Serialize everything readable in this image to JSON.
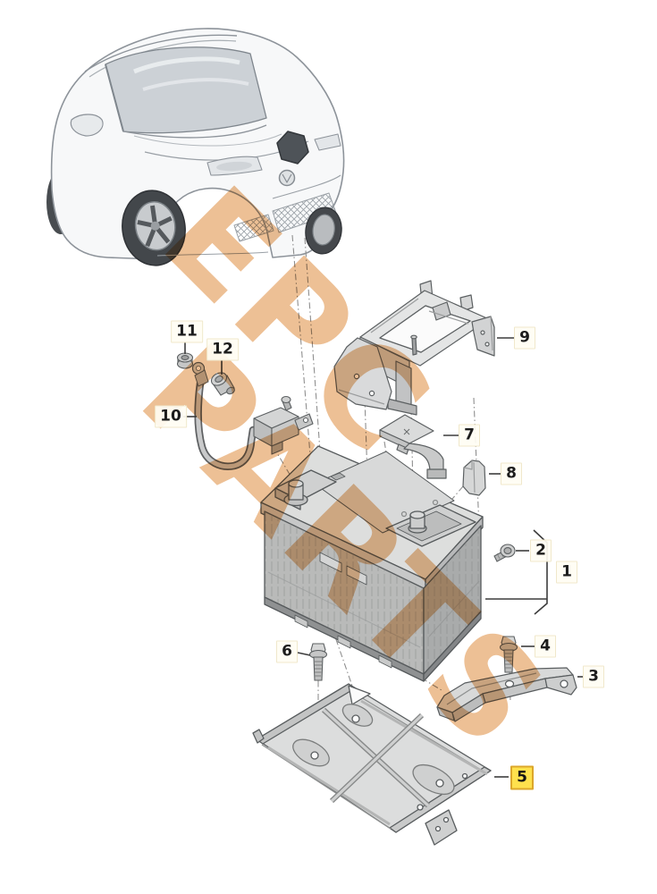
{
  "diagram": {
    "kind": "exploded-parts-diagram",
    "subject": "Vehicle 12V battery with mounting console, clamps, tray and cable",
    "vehicle": "hatchback front three-quarter line drawing with hood location marker",
    "watermark": {
      "line1": "EPC",
      "line2": "PARTS",
      "color": "#edbe92"
    },
    "highlight": {
      "background": "#ffe14d",
      "border": "#dca72a"
    },
    "callouts": [
      {
        "label": "1",
        "highlighted": false
      },
      {
        "label": "2",
        "highlighted": false
      },
      {
        "label": "3",
        "highlighted": false
      },
      {
        "label": "4",
        "highlighted": false
      },
      {
        "label": "5",
        "highlighted": true
      },
      {
        "label": "6",
        "highlighted": false
      },
      {
        "label": "7",
        "highlighted": false
      },
      {
        "label": "8",
        "highlighted": false
      },
      {
        "label": "9",
        "highlighted": false
      },
      {
        "label": "10",
        "highlighted": false
      },
      {
        "label": "11",
        "highlighted": false
      },
      {
        "label": "12",
        "highlighted": false
      }
    ]
  }
}
